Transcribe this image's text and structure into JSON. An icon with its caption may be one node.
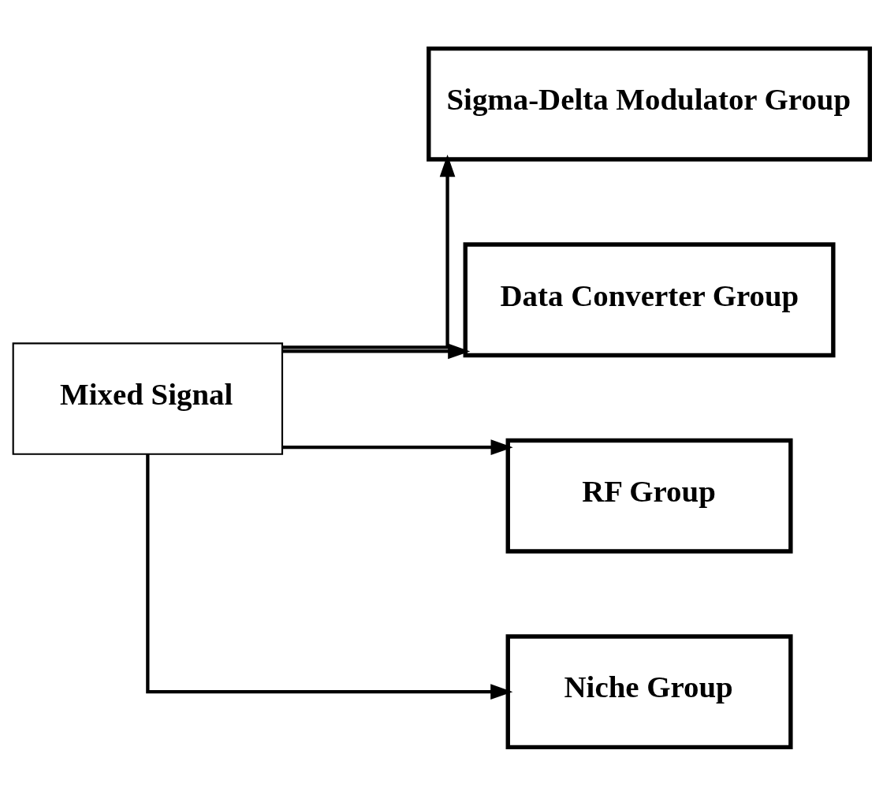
{
  "diagram": {
    "nodes": [
      {
        "text": [
          "Mixed Signal"
        ]
      },
      {
        "text": [
          "Sigma-Delta Modulator Group"
        ]
      },
      {
        "text": [
          "Data Converter Group"
        ]
      },
      {
        "text": [
          "RF Group"
        ]
      },
      {
        "text": [
          "Niche Group"
        ]
      }
    ],
    "edges": [
      {
        "from": 0,
        "to": 1,
        "arrow": "to"
      },
      {
        "from": 0,
        "to": 2,
        "arrow": "to"
      },
      {
        "from": 0,
        "to": 3,
        "arrow": "to"
      },
      {
        "from": 0,
        "to": 4,
        "arrow": "to"
      }
    ]
  }
}
